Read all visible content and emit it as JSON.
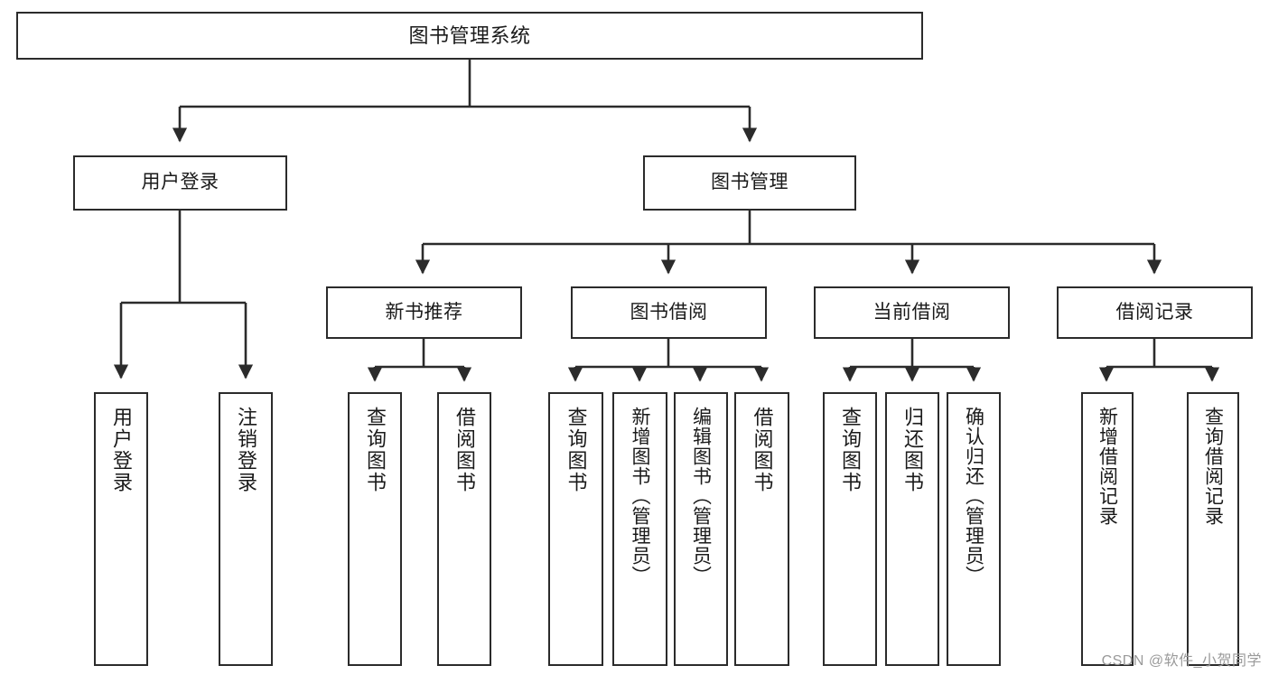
{
  "diagram": {
    "title": "图书管理系统",
    "type": "tree-hierarchy",
    "stroke_color": "#2b2b2b",
    "fill_color": "#ffffff",
    "text_color": "#1a1a1a"
  },
  "nodes": {
    "root": {
      "label": "图书管理系统"
    },
    "level2": [
      {
        "label": "用户登录"
      },
      {
        "label": "图书管理"
      }
    ],
    "level3": [
      {
        "label": "新书推荐"
      },
      {
        "label": "图书借阅"
      },
      {
        "label": "当前借阅"
      },
      {
        "label": "借阅记录"
      }
    ],
    "leaves": {
      "user_login": [
        {
          "label": "用户登录"
        },
        {
          "label": "注销登录"
        }
      ],
      "new_book": [
        {
          "label": "查询图书"
        },
        {
          "label": "借阅图书"
        }
      ],
      "book_borrow": [
        {
          "label": "查询图书"
        },
        {
          "label": "新增图书（管理员）"
        },
        {
          "label": "编辑图书（管理员）"
        },
        {
          "label": "借阅图书"
        }
      ],
      "current_borrow": [
        {
          "label": "查询图书"
        },
        {
          "label": "归还图书"
        },
        {
          "label": "确认归还（管理员）"
        }
      ],
      "borrow_record": [
        {
          "label": "新增借阅记录"
        },
        {
          "label": "查询借阅记录"
        }
      ]
    }
  },
  "watermark": {
    "text": "CSDN @软件_小贺同学"
  }
}
